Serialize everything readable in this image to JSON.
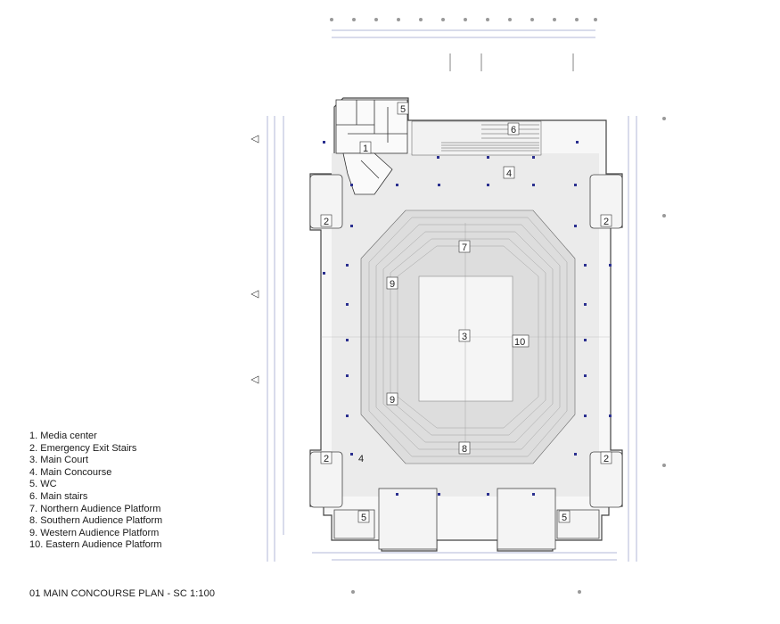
{
  "legend": [
    "1.  Media center",
    "2. Emergency Exit Stairs",
    "3. Main Court",
    "4. Main Concourse",
    "5. WC",
    "6. Main  stairs",
    "7. Northern Audience Platform",
    "8. Southern Audience Platform",
    "9. Western Audience Platform",
    "10. Eastern Audience Platform"
  ],
  "caption": "01 MAIN CONCOURSE PLAN - SC 1:100",
  "zones": {
    "media_center": "1",
    "exit_stairs": "2",
    "main_court": "3",
    "concourse": "4",
    "wc": "5",
    "main_stairs": "6",
    "north_platform": "7",
    "south_platform": "8",
    "west_platform": "9",
    "east_platform": "10"
  },
  "colors": {
    "line": "#555555",
    "column": "#2a2f8f",
    "dim": "#3b4aa8",
    "fill": "#e6e6e6"
  }
}
